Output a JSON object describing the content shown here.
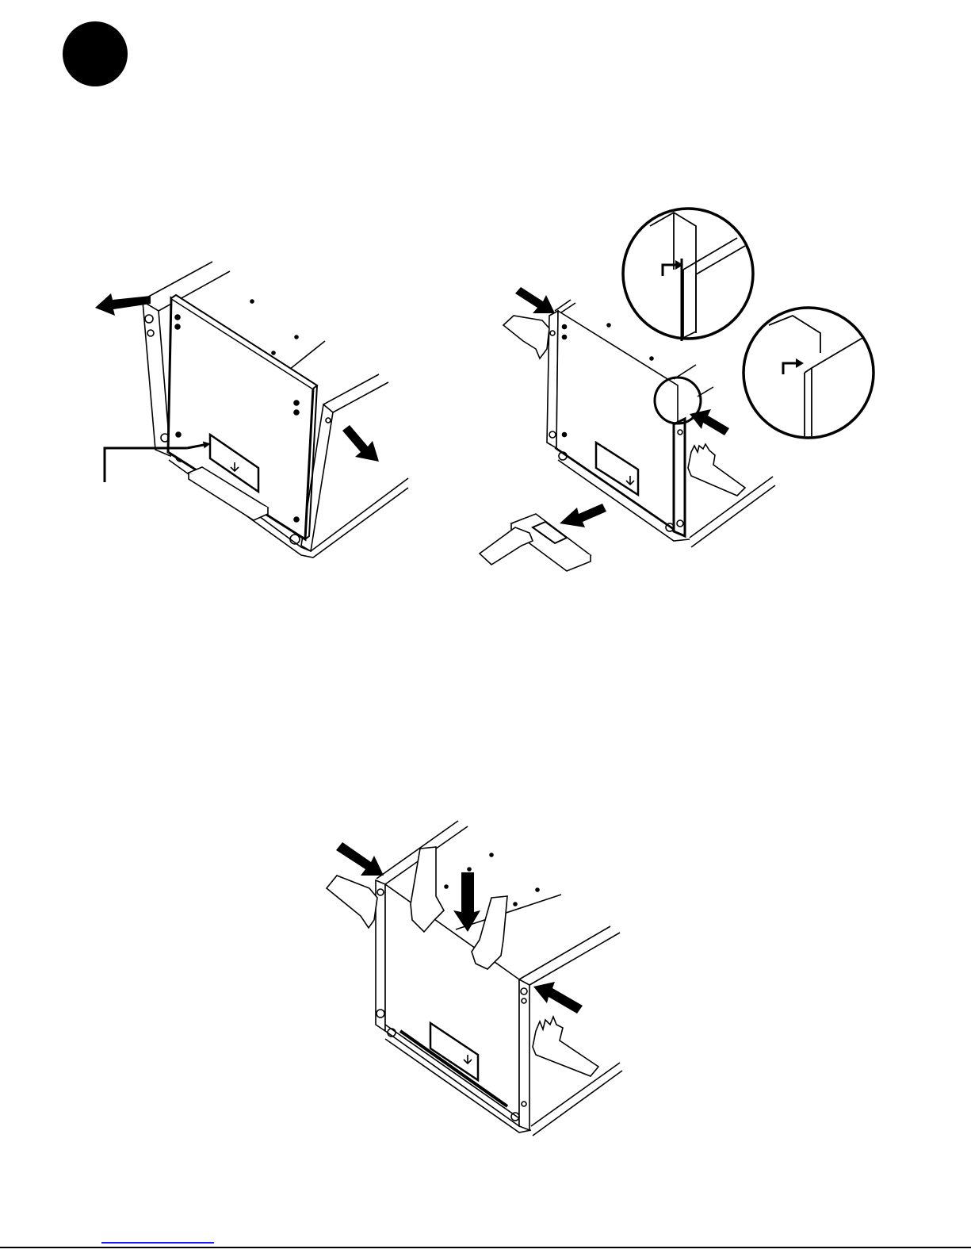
{
  "document": {
    "type": "assembly-instruction-page",
    "step_marker": {
      "shape": "filled-circle",
      "color": "#000000"
    },
    "panels": [
      {
        "id": "panel-a",
        "content": "illustration"
      },
      {
        "id": "panel-b",
        "content": "illustration"
      },
      {
        "id": "panel-c",
        "content": "illustration"
      }
    ],
    "detail_callouts": 2,
    "colors": {
      "ink": "#000000",
      "paper": "#ffffff",
      "link": "#1a1aff"
    }
  }
}
